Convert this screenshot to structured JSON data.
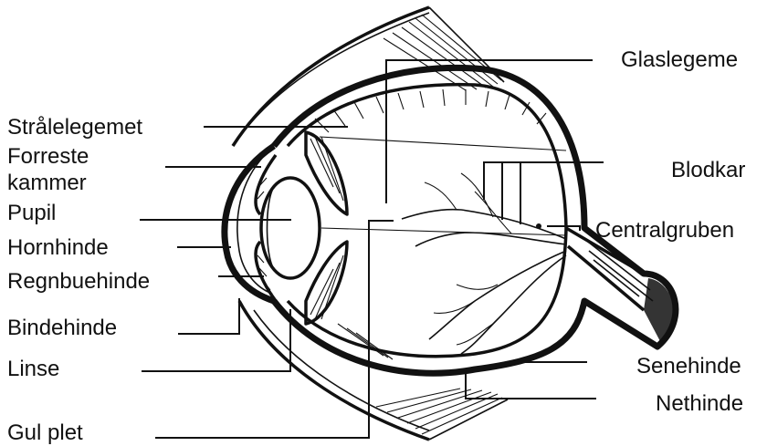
{
  "labels": {
    "glaslegeme": "Glaslegeme",
    "stralelegemet": "Strålelegemet",
    "forreste_1": "Forreste",
    "forreste_2": "kammer",
    "blodkar": "Blodkar",
    "pupil": "Pupil",
    "centralgruben": "Centralgruben",
    "hornhinde": "Hornhinde",
    "regnbuehinde": "Regnbuehinde",
    "bindehinde": "Bindehinde",
    "linse": "Linse",
    "senehinde": "Senehinde",
    "nethinde": "Nethinde",
    "gul_plet": "Gul plet"
  }
}
